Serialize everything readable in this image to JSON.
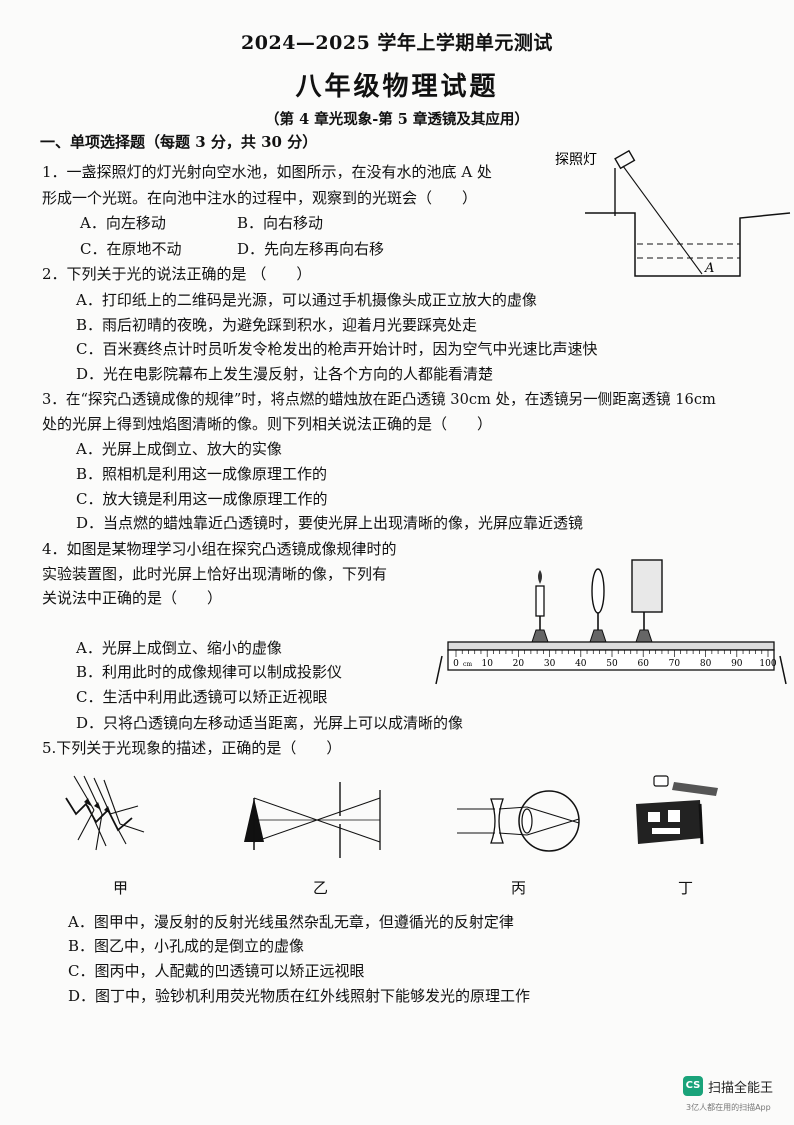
{
  "header": {
    "title": "2024—2025 学年上学期单元测试",
    "subtitle": "八年级物理试题",
    "scope": "（第 4 章光现象-第 5 章透镜及其应用）"
  },
  "section1": {
    "heading": "一、单项选择题（每题 3 分，共 30 分）"
  },
  "q1": {
    "line1": "1．一盏探照灯的灯光射向空水池，如图所示，在没有水的池底 A 处",
    "line2": "形成一个光斑。在向池中注水的过程中，观察到的光斑会（　　）",
    "a": "A．向左移动",
    "b": "B．向右移动",
    "c": "C．在原地不动",
    "d": "D．先向左移再向右移",
    "fig_lamp": "探照灯",
    "fig_point": "A"
  },
  "q2": {
    "stem": "2．下列关于光的说法正确的是 （　　）",
    "a": "A．打印纸上的二维码是光源，可以通过手机摄像头成正立放大的虚像",
    "b": "B．雨后初晴的夜晚，为避免踩到积水，迎着月光要踩亮处走",
    "c": "C．百米赛终点计时员听发令枪发出的枪声开始计时，因为空气中光速比声速快",
    "d": "D．光在电影院幕布上发生漫反射，让各个方向的人都能看清楚"
  },
  "q3": {
    "line1": "3．在“探究凸透镜成像的规律”时，将点燃的蜡烛放在距凸透镜 30cm 处，在透镜另一侧距离透镜 16cm",
    "line2": "处的光屏上得到烛焰图清晰的像。则下列相关说法正确的是（　　）",
    "a": "A．光屏上成倒立、放大的实像",
    "b": "B．照相机是利用这一成像原理工作的",
    "c": "C．放大镜是利用这一成像原理工作的",
    "d": "D．当点燃的蜡烛靠近凸透镜时，要使光屏上出现清晰的像，光屏应靠近透镜"
  },
  "q4": {
    "line1": "4．如图是某物理学习小组在探究凸透镜成像规律时的",
    "line2": "实验装置图，此时光屏上恰好出现清晰的像，下列有",
    "line3": "关说法中正确的是（　　）",
    "a": "A．光屏上成倒立、缩小的虚像",
    "b": "B．利用此时的成像规律可以制成投影仪",
    "c": "C．生活中利用此透镜可以矫正近视眼",
    "d": "D．只将凸透镜向左移动适当距离，光屏上可以成清晰的像",
    "ruler_ticks": [
      "0",
      "10",
      "20",
      "30",
      "40",
      "50",
      "60",
      "70",
      "80",
      "90",
      "100"
    ],
    "ruler_unit": "cm"
  },
  "q5": {
    "stem": "5.下列关于光现象的描述，正确的是（　　）",
    "labels": [
      "甲",
      "乙",
      "丙",
      "丁"
    ],
    "a": "A．图甲中，漫反射的反射光线虽然杂乱无章，但遵循光的反射定律",
    "b": "B．图乙中，小孔成的是倒立的虚像",
    "c": "C．图丙中，人配戴的凹透镜可以矫正远视眼",
    "d": "D．图丁中，验钞机利用荧光物质在红外线照射下能够发光的原理工作"
  },
  "watermark": {
    "badge": "CS",
    "name": "扫描全能王",
    "tagline": "3亿人都在用的扫描App"
  }
}
